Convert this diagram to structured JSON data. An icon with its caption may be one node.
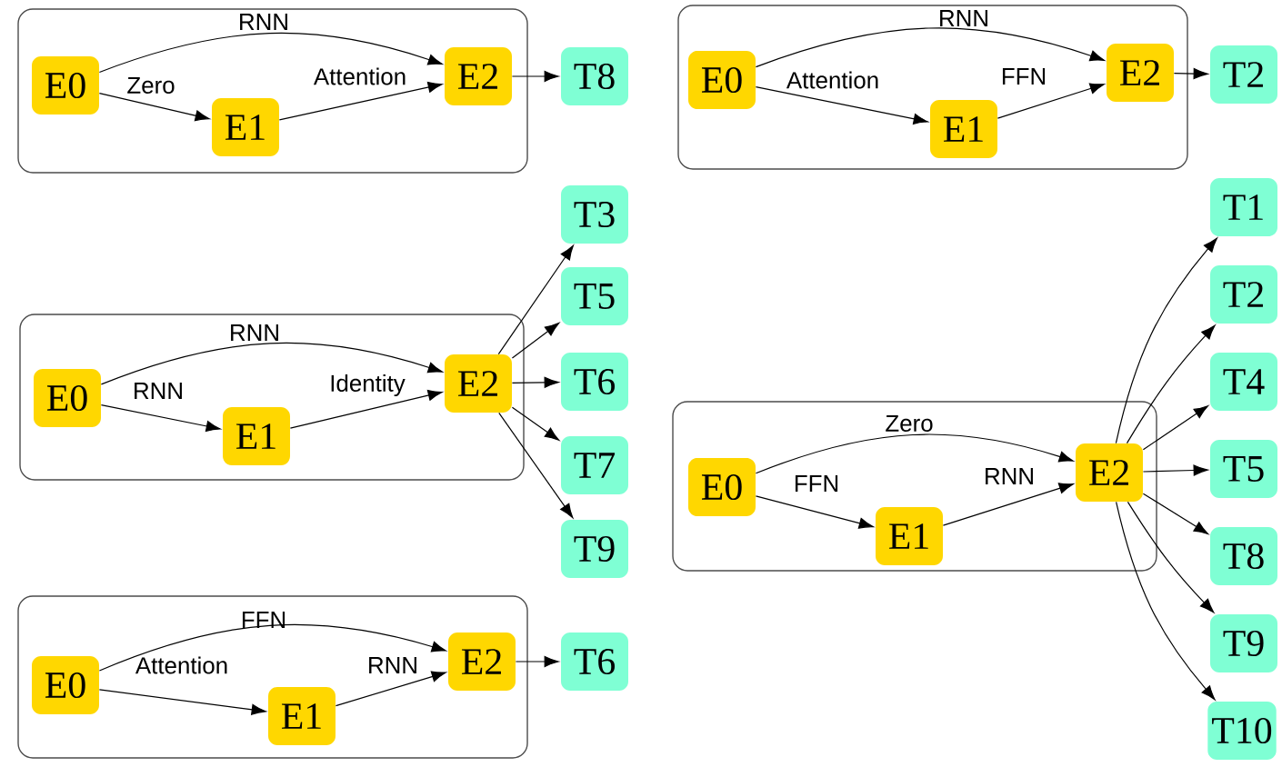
{
  "diagram": {
    "nodes": [
      {
        "text": [],
        "shape": "box"
      },
      {
        "text": [
          "E0"
        ],
        "in": 0
      },
      {
        "text": [
          "E1"
        ],
        "in": 0
      },
      {
        "text": [
          "E2"
        ],
        "in": 0
      },
      {
        "text": [
          "T8"
        ]
      },
      {
        "text": [],
        "shape": "box"
      },
      {
        "text": [
          "E0"
        ],
        "in": 5
      },
      {
        "text": [
          "E1"
        ],
        "in": 5
      },
      {
        "text": [
          "E2"
        ],
        "in": 5
      },
      {
        "text": [
          "T2"
        ]
      },
      {
        "text": [],
        "shape": "box"
      },
      {
        "text": [
          "E0"
        ],
        "in": 10
      },
      {
        "text": [
          "E1"
        ],
        "in": 10
      },
      {
        "text": [
          "E2"
        ],
        "in": 10
      },
      {
        "text": [
          "T3"
        ]
      },
      {
        "text": [
          "T5"
        ]
      },
      {
        "text": [
          "T6"
        ]
      },
      {
        "text": [
          "T7"
        ]
      },
      {
        "text": [
          "T9"
        ]
      },
      {
        "text": [],
        "shape": "box"
      },
      {
        "text": [
          "E0"
        ],
        "in": 19
      },
      {
        "text": [
          "E1"
        ],
        "in": 19
      },
      {
        "text": [
          "E2"
        ],
        "in": 19
      },
      {
        "text": [
          "T1"
        ]
      },
      {
        "text": [
          "T2"
        ]
      },
      {
        "text": [
          "T4"
        ]
      },
      {
        "text": [
          "T5"
        ]
      },
      {
        "text": [
          "T8"
        ]
      },
      {
        "text": [
          "T9"
        ]
      },
      {
        "text": [
          "T10"
        ]
      },
      {
        "text": [],
        "shape": "box"
      },
      {
        "text": [
          "E0"
        ],
        "in": 30
      },
      {
        "text": [
          "E1"
        ],
        "in": 30
      },
      {
        "text": [
          "E2"
        ],
        "in": 30
      },
      {
        "text": [
          "T6"
        ]
      }
    ],
    "edges": [
      {
        "from": 1,
        "to": 3,
        "arrow": "to",
        "label": "RNN"
      },
      {
        "from": 1,
        "to": 2,
        "arrow": "to",
        "label": "Zero"
      },
      {
        "from": 2,
        "to": 3,
        "arrow": "to",
        "label": "Attention"
      },
      {
        "from": 3,
        "to": 4,
        "arrow": "to"
      },
      {
        "from": 6,
        "to": 8,
        "arrow": "to",
        "label": "RNN"
      },
      {
        "from": 6,
        "to": 7,
        "arrow": "to",
        "label": "Attention"
      },
      {
        "from": 7,
        "to": 8,
        "arrow": "to",
        "label": "FFN"
      },
      {
        "from": 8,
        "to": 9,
        "arrow": "to"
      },
      {
        "from": 11,
        "to": 13,
        "arrow": "to",
        "label": "RNN"
      },
      {
        "from": 11,
        "to": 12,
        "arrow": "to",
        "label": "RNN"
      },
      {
        "from": 12,
        "to": 13,
        "arrow": "to",
        "label": "Identity"
      },
      {
        "from": 13,
        "to": 14,
        "arrow": "to"
      },
      {
        "from": 13,
        "to": 15,
        "arrow": "to"
      },
      {
        "from": 13,
        "to": 16,
        "arrow": "to"
      },
      {
        "from": 13,
        "to": 17,
        "arrow": "to"
      },
      {
        "from": 13,
        "to": 18,
        "arrow": "to"
      },
      {
        "from": 20,
        "to": 22,
        "arrow": "to",
        "label": "Zero"
      },
      {
        "from": 20,
        "to": 21,
        "arrow": "to",
        "label": "FFN"
      },
      {
        "from": 21,
        "to": 22,
        "arrow": "to",
        "label": "RNN"
      },
      {
        "from": 22,
        "to": 23,
        "arrow": "to"
      },
      {
        "from": 22,
        "to": 24,
        "arrow": "to"
      },
      {
        "from": 22,
        "to": 25,
        "arrow": "to"
      },
      {
        "from": 22,
        "to": 26,
        "arrow": "to"
      },
      {
        "from": 22,
        "to": 27,
        "arrow": "to"
      },
      {
        "from": 22,
        "to": 28,
        "arrow": "to"
      },
      {
        "from": 22,
        "to": 29,
        "arrow": "to"
      },
      {
        "from": 31,
        "to": 33,
        "arrow": "to",
        "label": "FFN"
      },
      {
        "from": 31,
        "to": 32,
        "arrow": "to",
        "label": "Attention"
      },
      {
        "from": 32,
        "to": 33,
        "arrow": "to",
        "label": "RNN"
      },
      {
        "from": 33,
        "to": 34,
        "arrow": "to"
      }
    ]
  }
}
